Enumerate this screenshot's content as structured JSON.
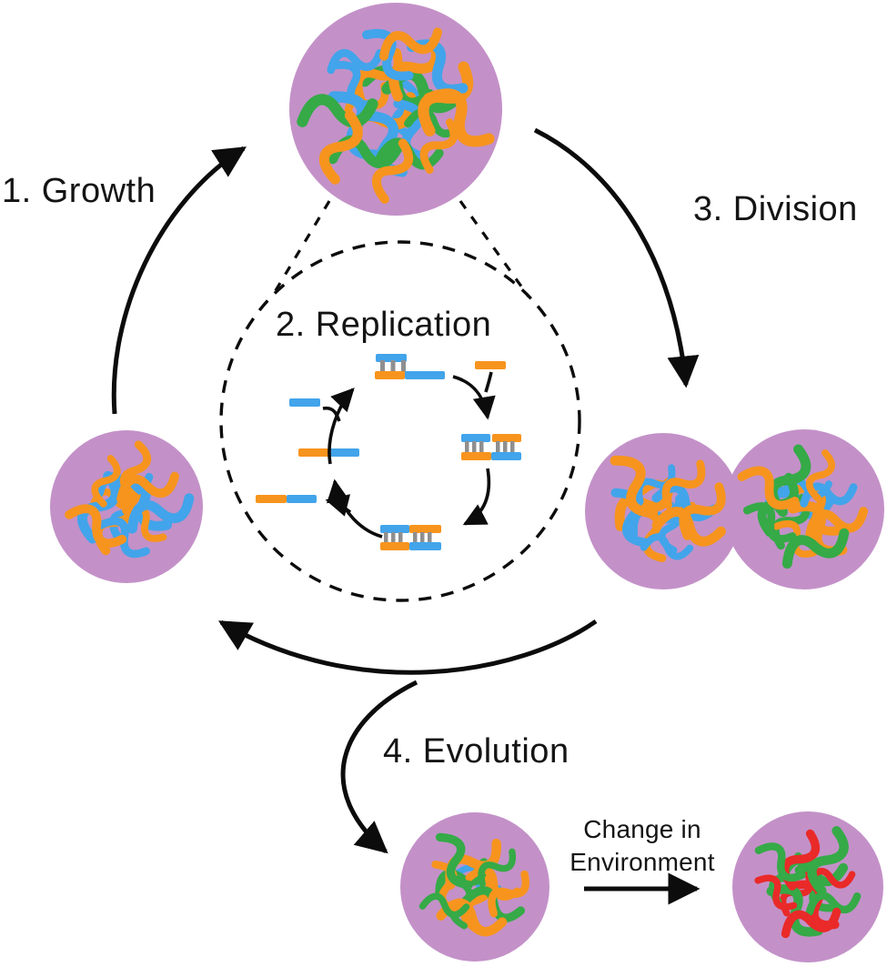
{
  "title": "Protocell life cycle diagram",
  "steps": {
    "growth": "1. Growth",
    "replication": "2. Replication",
    "division": "3. Division",
    "evolution": "4. Evolution"
  },
  "annotations": {
    "change_in_environment": "Change in\nEnvironment"
  },
  "colors": {
    "membrane": "#c391c8",
    "blue": "#42a4ea",
    "orange": "#f7941e",
    "green": "#35aa47",
    "red": "#e92a28",
    "rung": "#8f8f8f",
    "ink": "#0c0c0c"
  },
  "vesicles": [
    {
      "id": "protocell-grown",
      "polymers": {
        "blue": 8,
        "orange": 10,
        "green": 6
      }
    },
    {
      "id": "protocell-initial",
      "polymers": {
        "blue": 6,
        "orange": 7
      }
    },
    {
      "id": "protocell-division-left",
      "polymers": {
        "blue": 6,
        "orange": 7
      }
    },
    {
      "id": "protocell-division-right",
      "polymers": {
        "blue": 3,
        "orange": 6,
        "green": 5
      }
    },
    {
      "id": "protocell-evolved",
      "polymers": {
        "blue": 1,
        "orange": 6,
        "green": 6
      }
    },
    {
      "id": "protocell-new-environment",
      "polymers": {
        "green": 7,
        "red": 6
      }
    }
  ]
}
